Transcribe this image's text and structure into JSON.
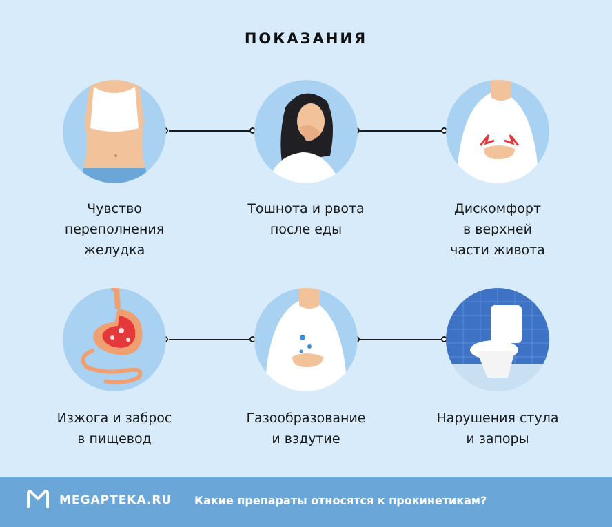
{
  "header": {
    "title": "ПОКАЗАНИЯ"
  },
  "items": [
    {
      "caption": [
        "Чувство",
        "переполнения",
        "желудка"
      ]
    },
    {
      "caption": [
        "Тошнота и рвота",
        "после еды"
      ]
    },
    {
      "caption": [
        "Дискомфорт",
        "в верхней",
        "части живота"
      ]
    },
    {
      "caption": [
        "Изжога и заброс",
        "в пищевод"
      ]
    },
    {
      "caption": [
        "Газообразование",
        "и вздутие"
      ]
    },
    {
      "caption": [
        "Нарушения стула",
        "и запоры"
      ]
    }
  ],
  "footer": {
    "logo_text": "MEGAPTEKA.RU",
    "link_text": "Какие препараты относятся к прокинетикам?"
  },
  "colors": {
    "background": "#d7ebfa",
    "circle": "#a9d2f2",
    "footer": "#6aa7d8",
    "line": "#1a1a1a"
  },
  "icons": [
    "stomach-figure-icon",
    "nausea-woman-icon",
    "abdominal-pain-icon",
    "stomach-organ-icon",
    "bloating-icon",
    "toilet-icon",
    "megapteka-logo-icon"
  ]
}
